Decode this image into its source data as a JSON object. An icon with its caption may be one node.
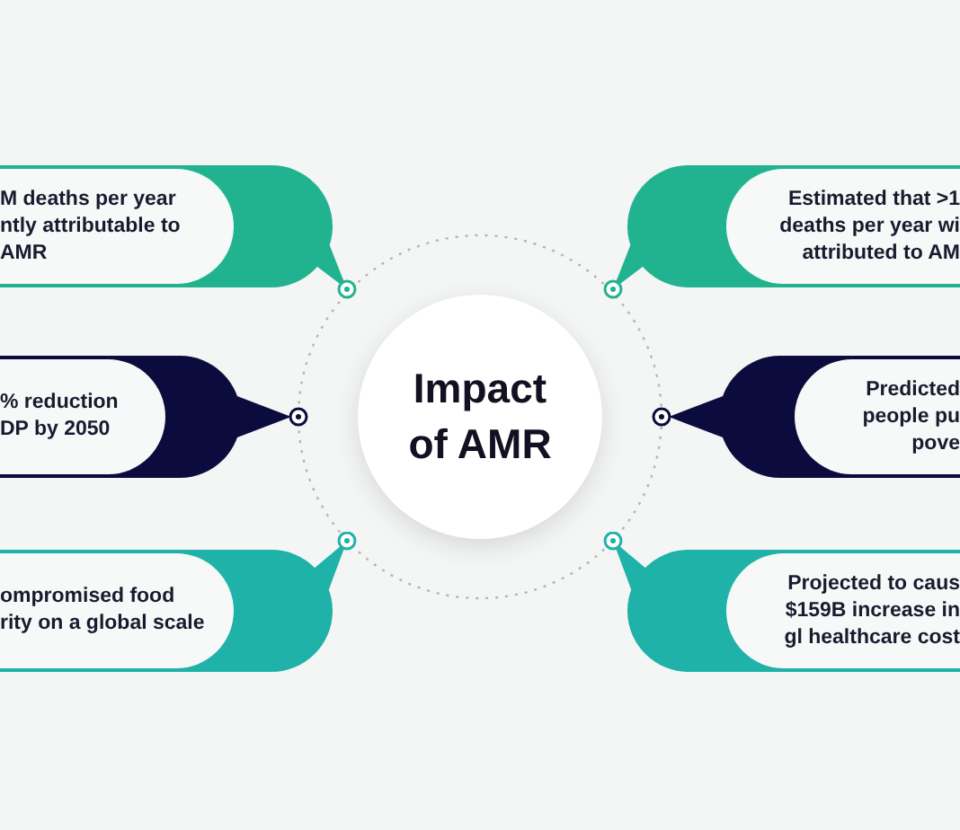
{
  "diagram": {
    "nodes": [
      {
        "text": [
          "Impact of AMR"
        ]
      },
      {
        "text": [
          "M deaths per year ntly attributable to AMR"
        ]
      },
      {
        "text": [
          "Estimated that >1 deaths per year wi attributed to AM"
        ]
      },
      {
        "text": [
          "% reduction DP by 2050"
        ]
      },
      {
        "text": [
          "Predicted people pu pove"
        ]
      },
      {
        "text": [
          "ompromised food rity on a global scale"
        ]
      },
      {
        "text": [
          "Projected to caus $159B increase in gl healthcare cost"
        ]
      }
    ]
  }
}
